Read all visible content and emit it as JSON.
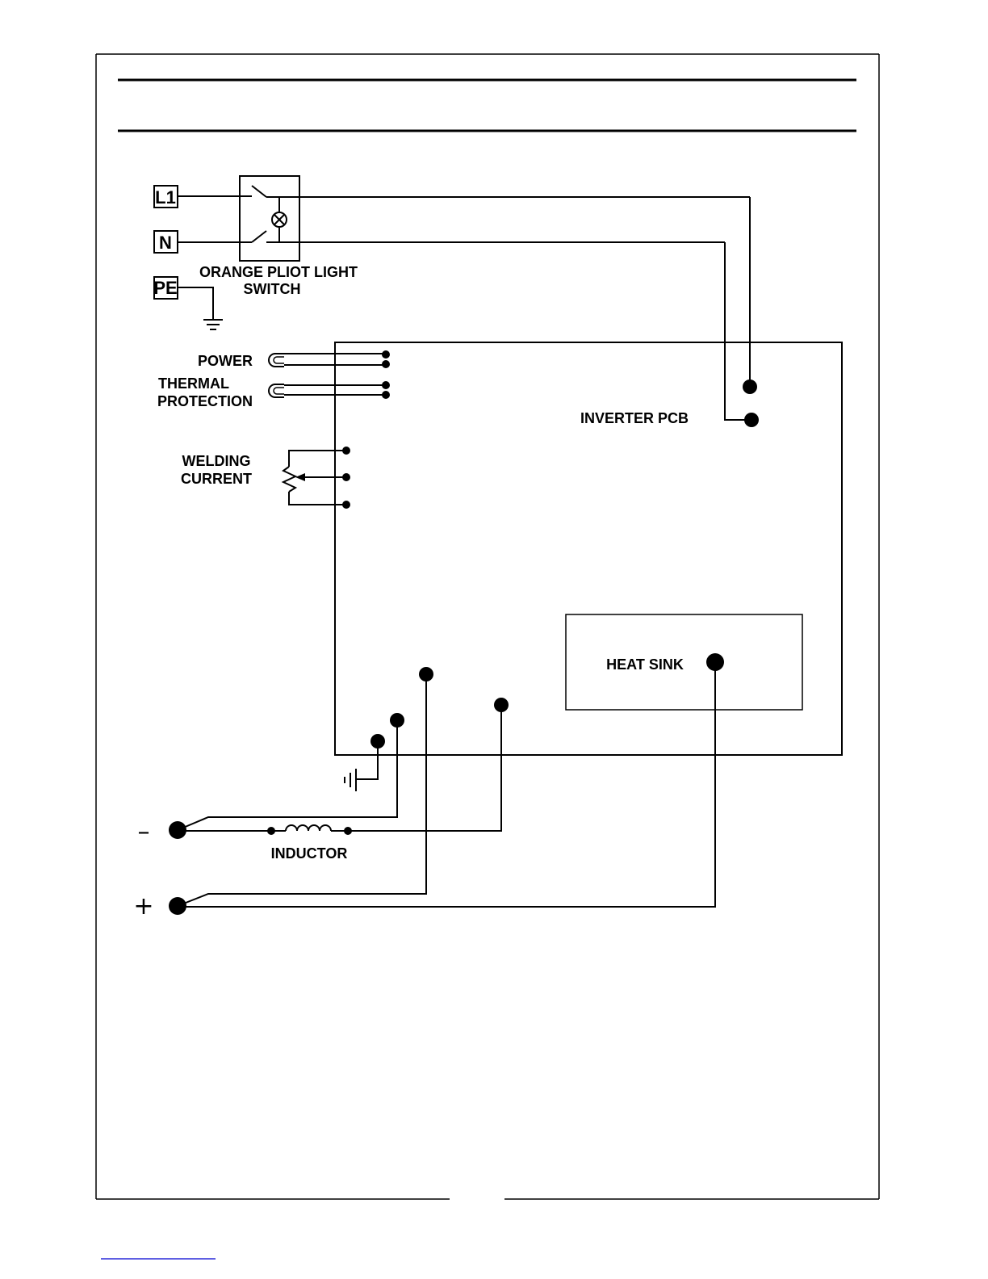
{
  "terminals": {
    "l1": "L1",
    "n": "N",
    "pe": "PE"
  },
  "labels": {
    "switch_line1": "ORANGE PLIOT LIGHT",
    "switch_line2": "SWITCH",
    "power": "POWER",
    "thermal_line1": "THERMAL",
    "thermal_line2": "PROTECTION",
    "welding_line1": "WELDING",
    "welding_line2": "CURRENT",
    "inverter_pcb": "INVERTER PCB",
    "heat_sink": "HEAT SINK",
    "inductor": "INDUCTOR"
  },
  "output_signs": {
    "negative": "–",
    "positive": "+"
  },
  "colors": {
    "ink": "#000000",
    "footer_line": "#2a2ad8"
  }
}
